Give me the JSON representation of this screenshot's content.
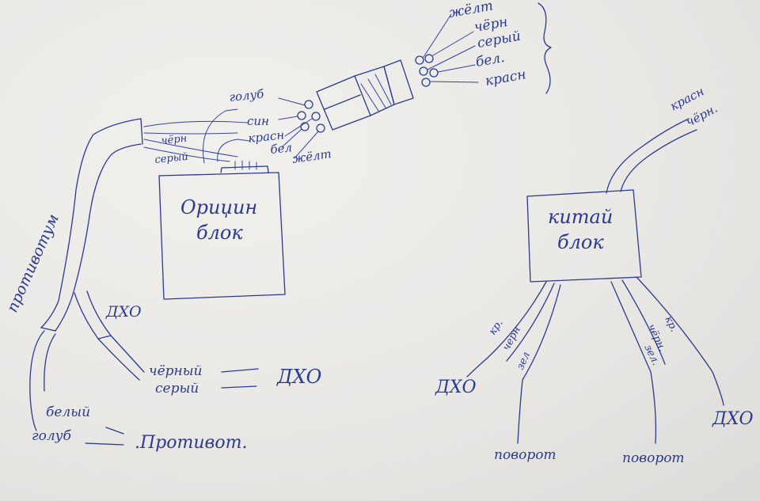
{
  "original_box": {
    "title_line1": "Ориџин",
    "title_line2": "блок",
    "wires": [
      "голуб",
      "син",
      "красн",
      "бел",
      "жёлт",
      "чёрн",
      "серый"
    ]
  },
  "connector": {
    "wires": [
      "жёлт",
      "чёрн",
      "серый",
      "бел.",
      "красн"
    ]
  },
  "left_harness": {
    "tube_label": "противотум",
    "branch_label": "ДХО",
    "drl_wires": [
      "чёрный",
      "серый"
    ],
    "drl_target": "ДХО",
    "fog_wires": [
      "белый",
      "голуб"
    ],
    "fog_target": ".Противот."
  },
  "china_box": {
    "title_line1": "китай",
    "title_line2": "блок",
    "top_wires": [
      "красн",
      "чёрн."
    ],
    "left_wires": [
      "кр.",
      "черн",
      "зел"
    ],
    "left_target": "ДХО",
    "right_wires": [
      "кр.",
      "чёрн.",
      "зел."
    ],
    "right_target": "ДХО",
    "turn_left": "поворот",
    "turn_right": "поворот"
  },
  "colors": {
    "ink": "#2b3a8f",
    "paper": "#ecebe8"
  }
}
